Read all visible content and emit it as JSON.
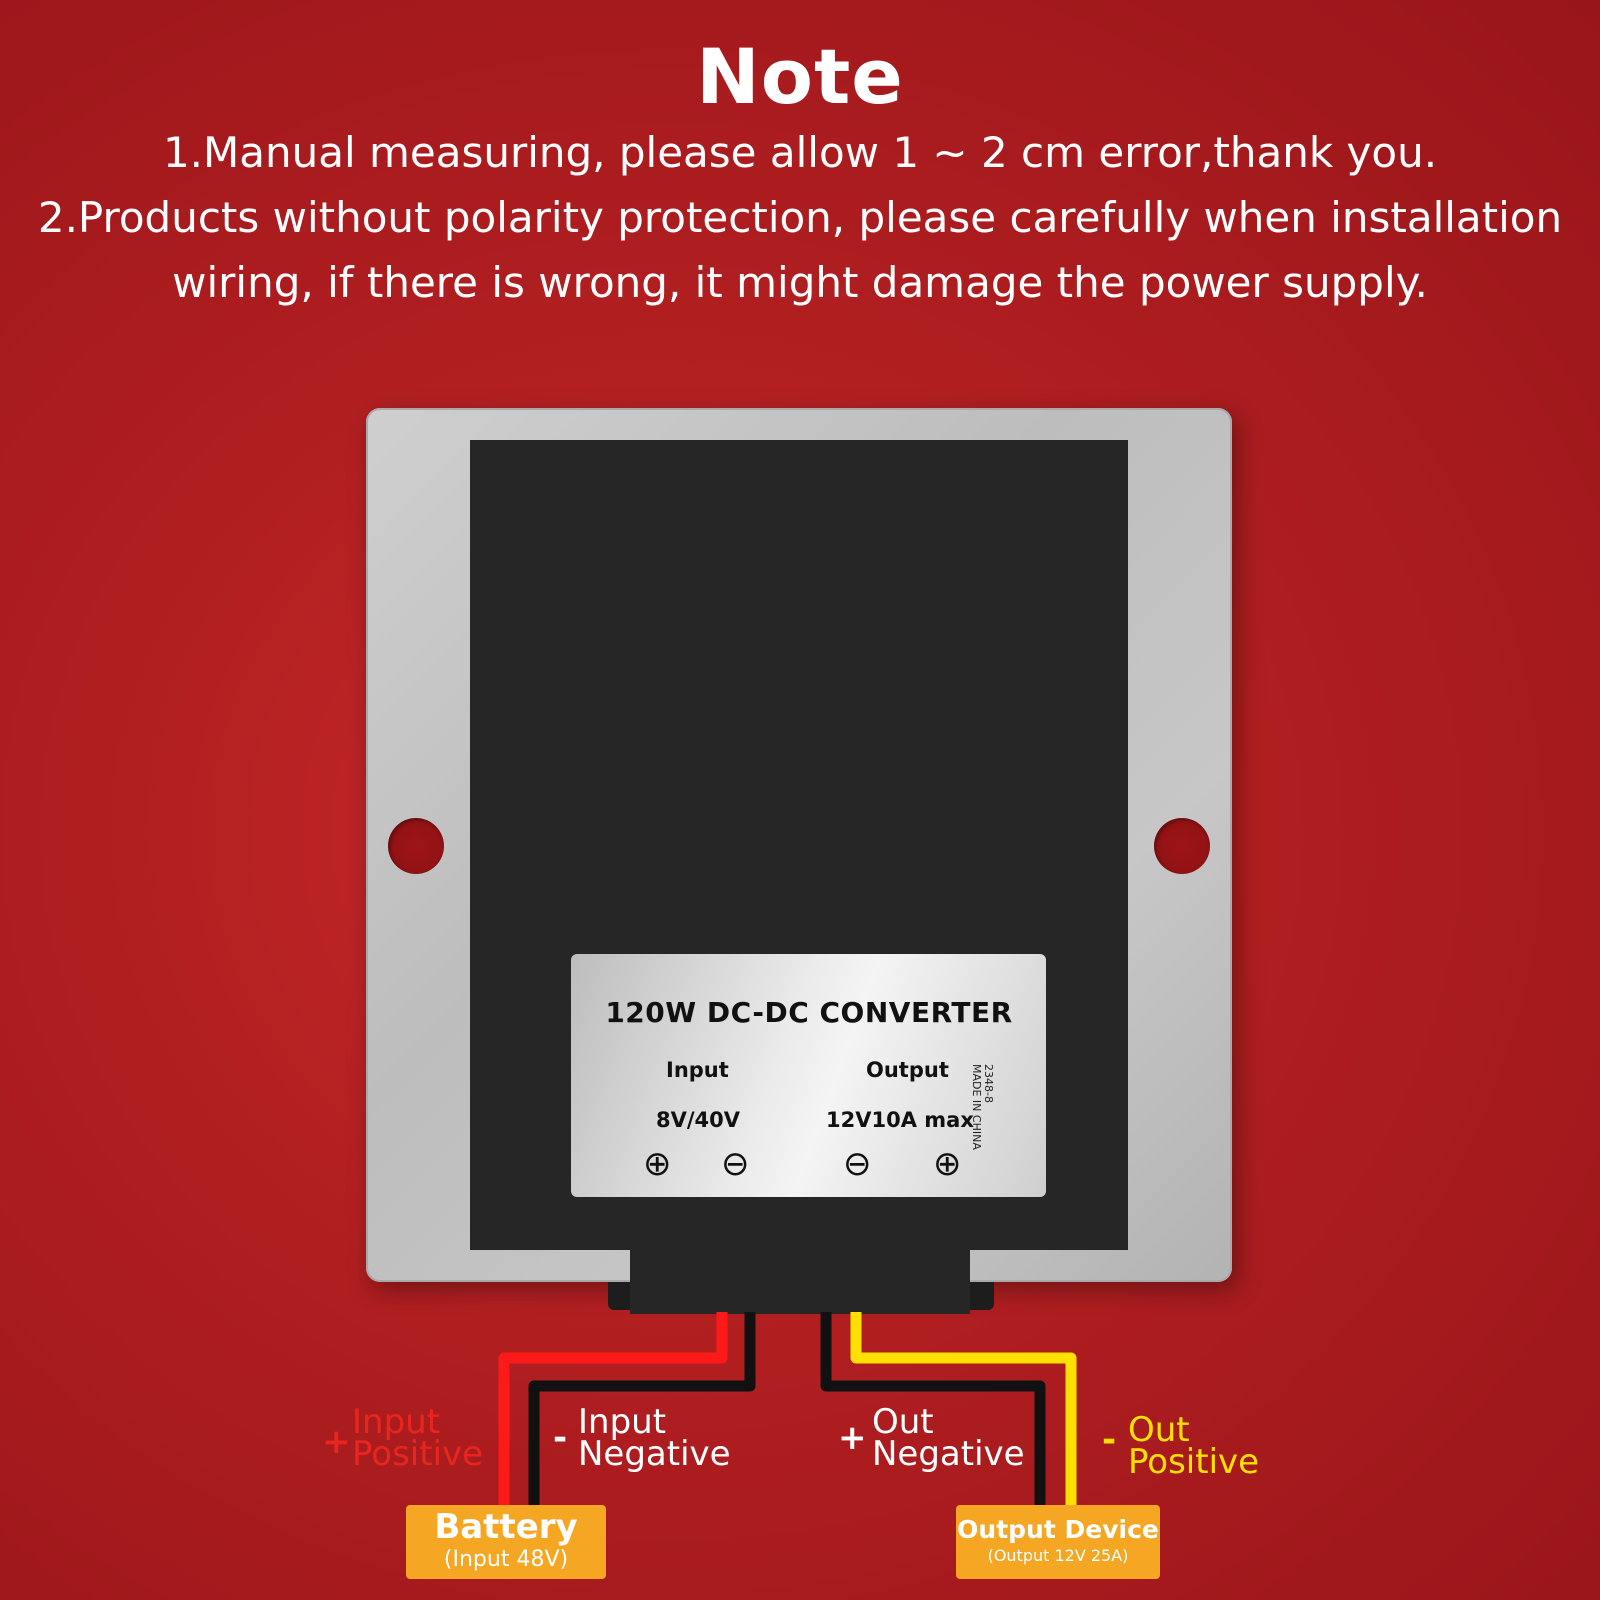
{
  "note": {
    "title": "Note",
    "line1": "1.Manual measuring, please allow 1 ~ 2 cm error,thank you.",
    "line2": "2.Products without polarity protection, please carefully when installation",
    "line3": "wiring, if there is wrong, it might damage the power supply."
  },
  "label": {
    "title": "120W DC-DC CONVERTER",
    "input_heading": "Input",
    "output_heading": "Output",
    "input_value": "8V/40V",
    "output_value": "12V10A max",
    "vertical_line1": "2348-8",
    "vertical_line2": "MADE IN CHINA",
    "plus_symbol": "⊕",
    "minus_symbol": "⊖"
  },
  "wires": {
    "input_positive": {
      "sign": "+",
      "line1": "Input",
      "line2": "Positive",
      "color": "#e8251f"
    },
    "input_negative": {
      "sign": "-",
      "line1": "Input",
      "line2": "Negative",
      "color": "#ffffff"
    },
    "out_negative": {
      "sign": "+",
      "line1": "Out",
      "line2": "Negative",
      "color": "#ffffff"
    },
    "out_positive": {
      "sign": "-",
      "line1": "Out",
      "line2": "Positive",
      "color": "#ffe000"
    }
  },
  "battery": {
    "name": "Battery",
    "detail": "(Input 48V)"
  },
  "output_device": {
    "name": "Output Device",
    "detail": "(Output 12V 25A)"
  },
  "colors": {
    "background": "#b01e20",
    "box": "#f5a623",
    "wire_red": "#ff1a1a",
    "wire_black": "#111111",
    "wire_yellow": "#ffe000"
  }
}
